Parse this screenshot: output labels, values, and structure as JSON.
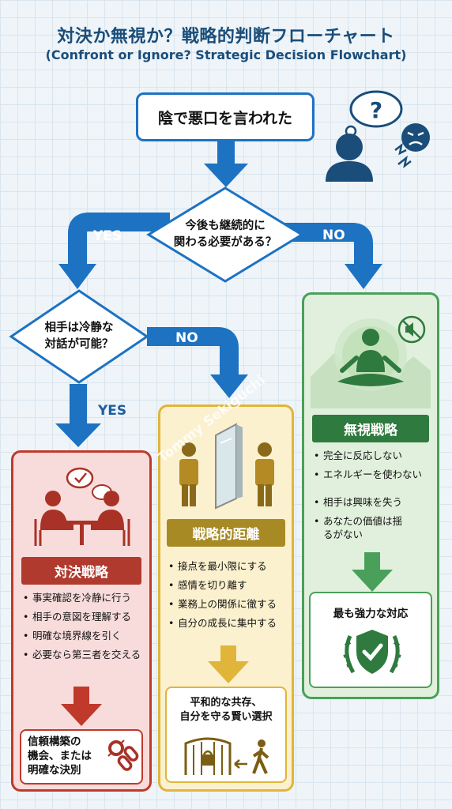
{
  "title": "対決か無視か？戦略的判断フローチャート",
  "subtitle": "(Confront or Ignore? Strategic Decision Flowchart)",
  "start": "陰で悪口を言われた",
  "decision1": {
    "line1": "今後も継続的に",
    "line2": "関わる必要がある？",
    "yes": "YES",
    "no": "NO"
  },
  "decision2": {
    "line1": "相手は冷静な",
    "line2": "対話が可能？",
    "yes": "YES",
    "no": "NO"
  },
  "confront": {
    "banner": "対決戦略",
    "items": [
      "事実確認を冷静に行う",
      "相手の意図を理解する",
      "明確な境界線を引く",
      "必要なら第三者を交える"
    ],
    "result": [
      "信頼構築の",
      "機会、または",
      "明確な決別"
    ]
  },
  "distance": {
    "banner": "戦略的距離",
    "items": [
      "接点を最小限にする",
      "感情を切り離す",
      "業務上の関係に徹する",
      "自分の成長に集中する"
    ],
    "result": [
      "平和的な共存、",
      "自分を守る賢い選択"
    ]
  },
  "ignore": {
    "banner": "無視戦略",
    "items": [
      "完全に反応しない",
      "エネルギーを使わない",
      "相手は興味を失う",
      "あなたの価値は揺るがない"
    ],
    "result": "最も強力な対応"
  },
  "watermark": "Tommy Sekiguchi",
  "colors": {
    "blue": "#1d72c2",
    "red": "#c0392b",
    "yellow": "#e0b53a",
    "green": "#4aa05a"
  }
}
